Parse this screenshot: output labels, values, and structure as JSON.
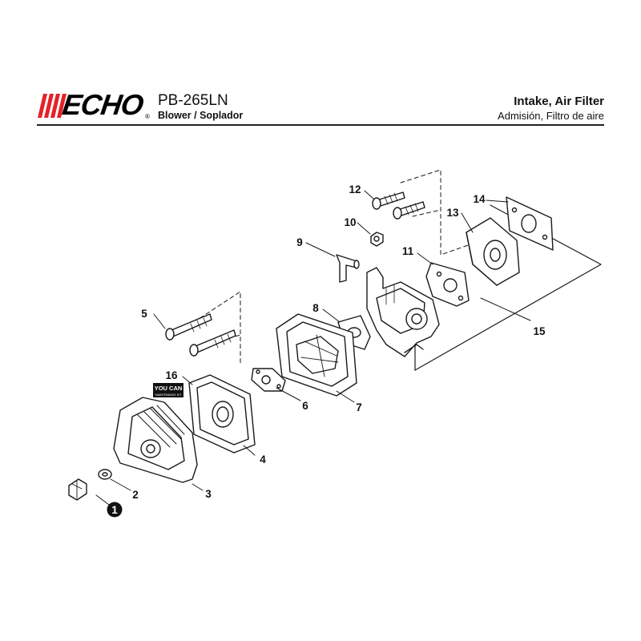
{
  "header": {
    "brand": "ECHO",
    "registered": "®",
    "model": "PB-265LN",
    "product": "Blower / Soplador",
    "section_title": "Intake, Air Filter",
    "section_subtitle": "Admisión, Filtro de aire"
  },
  "kit_badge": {
    "line1": "YOU CAN",
    "line2": "MAINTENANCE KIT"
  },
  "callouts": [
    "1",
    "2",
    "3",
    "4",
    "5",
    "6",
    "7",
    "8",
    "9",
    "10",
    "11",
    "12",
    "13",
    "14",
    "15",
    "16"
  ],
  "colors": {
    "line": "#1a1a1a",
    "watermark": "#d0d0d0",
    "logo_red": "#e3222a"
  }
}
